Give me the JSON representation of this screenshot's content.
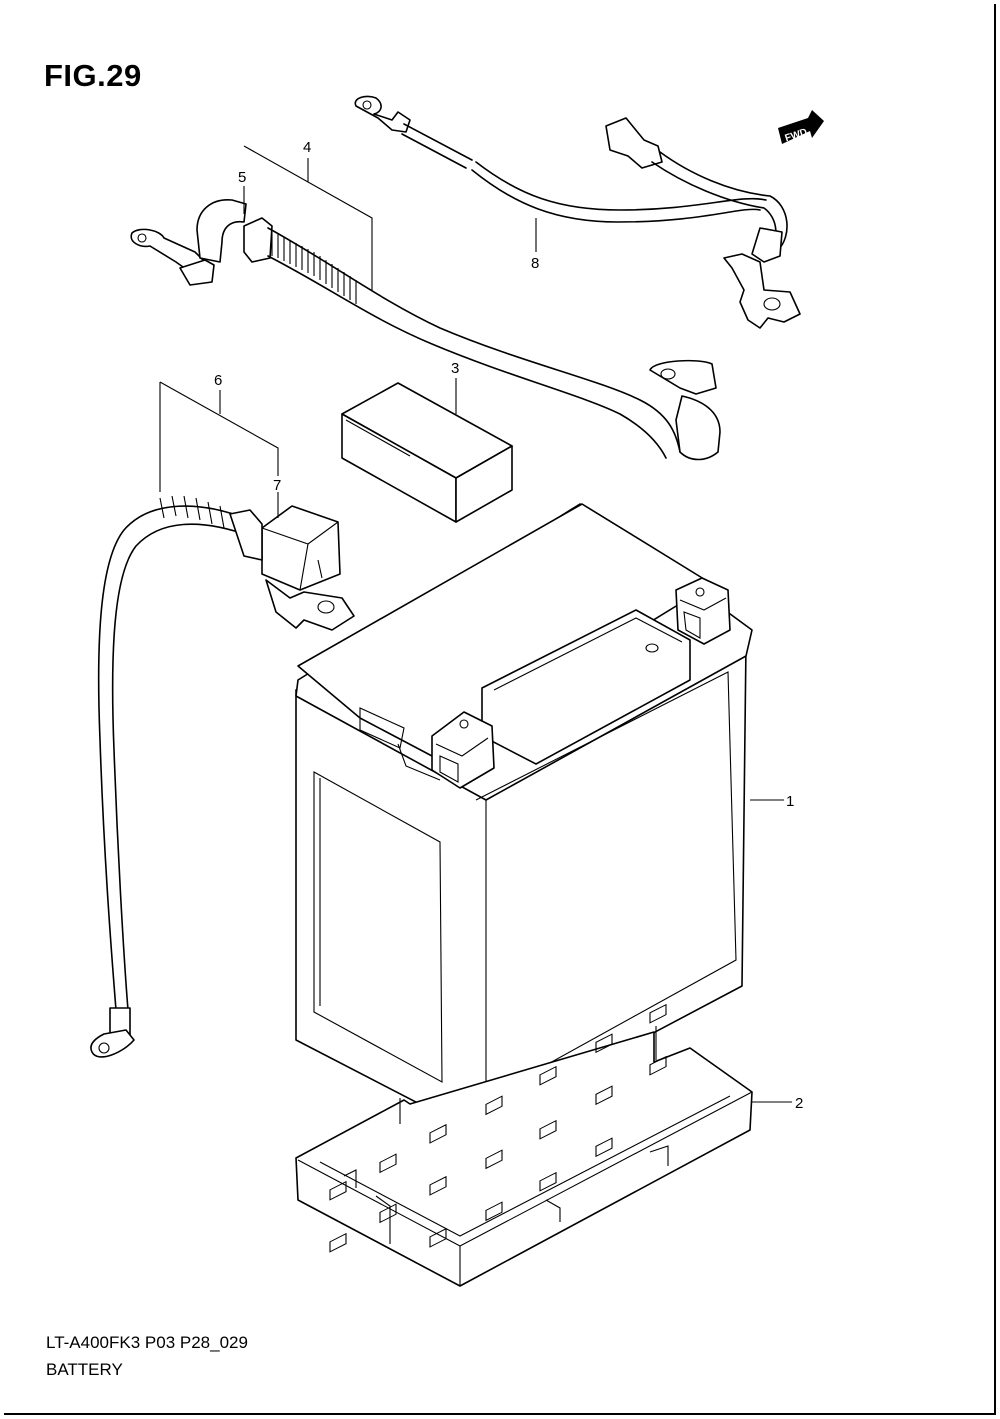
{
  "figure": {
    "title": "FIG.29",
    "code": "LT-A400FK3 P03 P28_029",
    "name": "BATTERY",
    "fwd_label": "FWD"
  },
  "callouts": [
    "1",
    "2",
    "3",
    "4",
    "5",
    "6",
    "7",
    "8"
  ]
}
